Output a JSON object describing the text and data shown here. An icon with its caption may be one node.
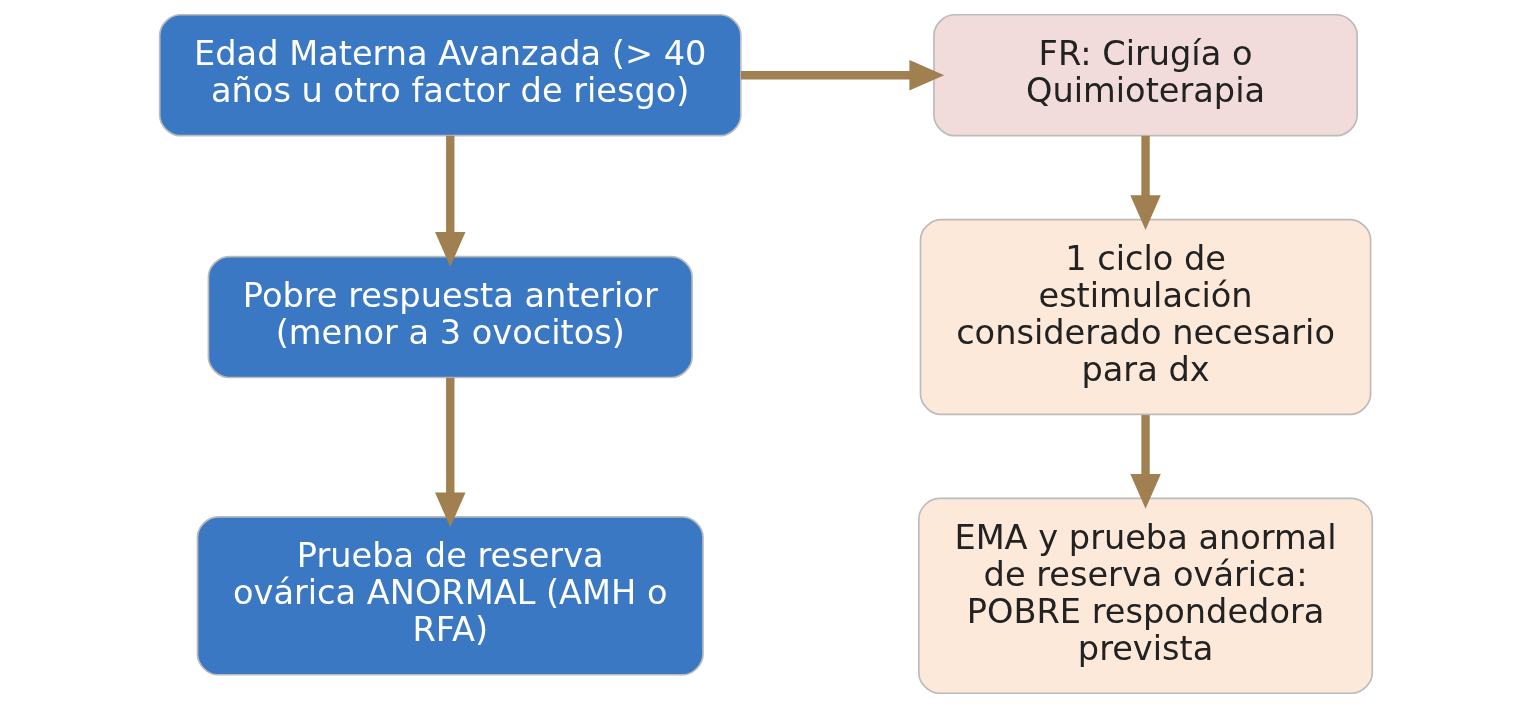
{
  "diagram": {
    "nodes": [
      {
        "text": [
          "Edad Materna Avanzada (> 40 años u otro factor de riesgo)"
        ]
      },
      {
        "text": [
          "Pobre respuesta anterior (menor a 3 ovocitos)"
        ]
      },
      {
        "text": [
          "Prueba de reserva ovárica ANORMAL (AMH o RFA)"
        ]
      },
      {
        "text": [
          "FR: Cirugía o Quimioterapia"
        ]
      },
      {
        "text": [
          "1 ciclo de estimulación considerado necesario para dx"
        ]
      },
      {
        "text": [
          "EMA y prueba anormal de reserva ovárica: POBRE respondedora prevista"
        ]
      }
    ],
    "edges": [
      {
        "from": 0,
        "to": 1,
        "arrow": "to"
      },
      {
        "from": 1,
        "to": 2,
        "arrow": "to"
      },
      {
        "from": 0,
        "to": 3,
        "arrow": "to"
      },
      {
        "from": 3,
        "to": 4,
        "arrow": "to"
      },
      {
        "from": 4,
        "to": 5,
        "arrow": "to"
      }
    ]
  }
}
